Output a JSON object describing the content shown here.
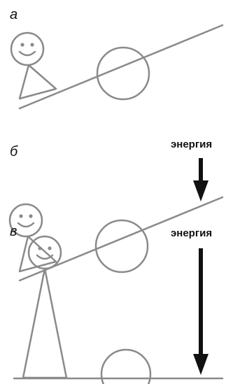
{
  "panels": [
    {
      "letter": "а",
      "energy_label": ""
    },
    {
      "letter": "б",
      "energy_label": "энергия"
    },
    {
      "letter": "в",
      "energy_label": "энергия"
    }
  ],
  "colors": {
    "outline": "#8a8a8a",
    "arrow": "#111111",
    "text": "#111111",
    "background": "#ffffff"
  }
}
